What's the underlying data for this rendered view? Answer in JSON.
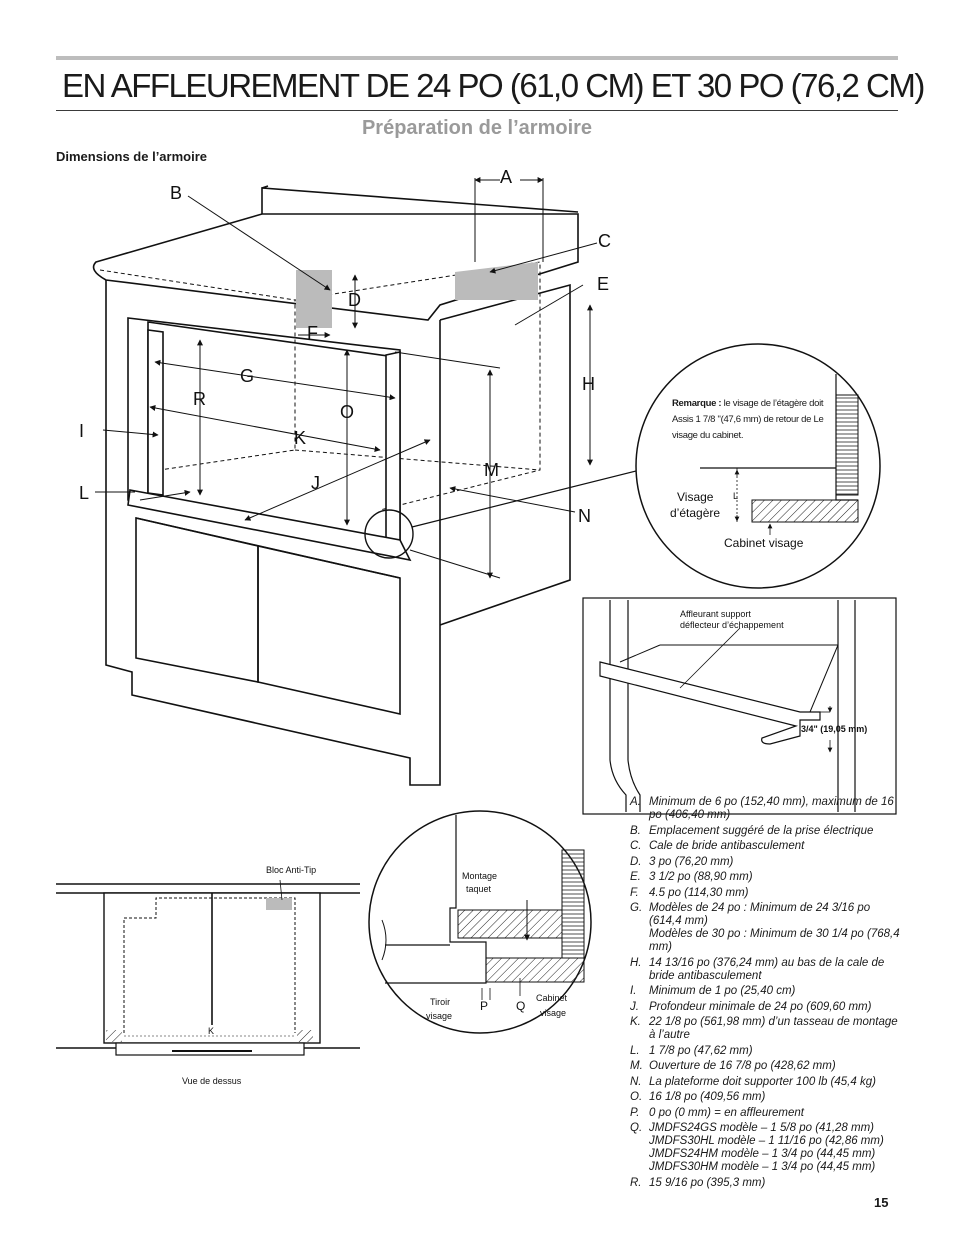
{
  "header": {
    "title": "EN AFFLEUREMENT DE 24 PO (61,0 CM) ET 30 PO (76,2 CM)",
    "subtitle": "Préparation de l’armoire",
    "section": "Dimensions de l’armoire"
  },
  "diagram_main": {
    "labels": {
      "A": "A",
      "B": "B",
      "C": "C",
      "D": "D",
      "E": "E",
      "F": "F",
      "G": "G",
      "H": "H",
      "I": "I",
      "J": "J",
      "K": "K",
      "L": "L",
      "M": "M",
      "N": "N",
      "O": "O",
      "R": "R"
    }
  },
  "detail_shelf": {
    "note_bold": "Remarque :",
    "note_text": " le visage de l’étagère doit Assis 1 7/8 \"(47,6 mm) de retour de Le visage du cabinet.",
    "shelf_face_line1": "Visage",
    "shelf_face_line2": "d’étagère",
    "label_L": "L",
    "cabinet_face": "Cabinet visage"
  },
  "detail_deflector": {
    "caption_line1": "Affleurant support",
    "caption_line2": "déflecteur d’échappement",
    "dimension": "3/4\" (19,05 mm)"
  },
  "detail_top_view": {
    "anti_tip": "Bloc Anti-Tip",
    "label_K": "K",
    "caption": "Vue de dessus"
  },
  "detail_circle": {
    "montage_line1": "Montage",
    "montage_line2": "taquet",
    "drawer_line1": "Tiroir",
    "drawer_line2": "visage",
    "label_P": "P",
    "label_Q": "Q",
    "cabinet_line1": "Cabinet",
    "cabinet_line2": "visage"
  },
  "specs": [
    {
      "key": "A.",
      "value": "Minimum de 6 po (152,40 mm), maximum de 16 po (406,40 mm)"
    },
    {
      "key": "B.",
      "value": "Emplacement suggéré de la prise électrique"
    },
    {
      "key": "C.",
      "value": "Cale de bride antibasculement"
    },
    {
      "key": "D.",
      "value": "3 po (76,20 mm)"
    },
    {
      "key": "E.",
      "value": "3 1/2 po (88,90 mm)"
    },
    {
      "key": "F.",
      "value": "4.5 po (114,30 mm)"
    },
    {
      "key": "G.",
      "value": "Modèles de 24 po : Minimum de 24 3/16 po (614,4 mm)\nModèles de 30 po : Minimum de 30 1/4 po (768,4 mm)"
    },
    {
      "key": "H.",
      "value": "14 13/16 po (376,24 mm) au bas de la cale de bride antibasculement"
    },
    {
      "key": "I.",
      "value": "Minimum de 1 po (25,40 cm)"
    },
    {
      "key": "J.",
      "value": "Profondeur minimale de 24 po (609,60 mm)"
    },
    {
      "key": "K.",
      "value": "22 1/8 po (561,98 mm) d’un tasseau de montage à l’autre"
    },
    {
      "key": "L.",
      "value": "1 7/8 po (47,62 mm)"
    },
    {
      "key": "M.",
      "value": "Ouverture de 16 7/8 po (428,62 mm)"
    },
    {
      "key": "N.",
      "value": "La plateforme doit supporter 100 lb (45,4 kg)"
    },
    {
      "key": "O.",
      "value": "16 1/8 po (409,56 mm)"
    },
    {
      "key": "P.",
      "value": "0 po (0 mm) = en affleurement"
    },
    {
      "key": "Q.",
      "value": "JMDFS24GS modèle – 1 5/8 po (41,28 mm)\nJMDFS30HL modèle – 1 11/16 po (42,86 mm)\nJMDFS24HM modèle – 1 3/4 po (44,45 mm)\nJMDFS30HM modèle – 1 3/4 po (44,45 mm)"
    },
    {
      "key": "R.",
      "value": "15 9/16 po (395,3 mm)"
    }
  ],
  "footer": {
    "page_number": "15"
  }
}
